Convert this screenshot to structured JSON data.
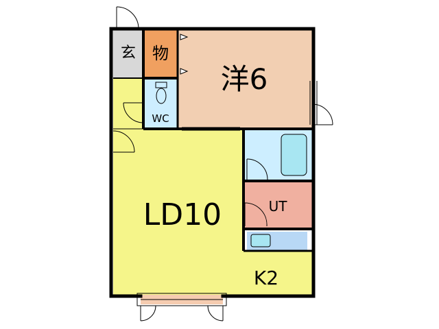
{
  "rooms": {
    "genkan": {
      "label": "玄"
    },
    "storage": {
      "label": "物"
    },
    "western": {
      "label": "洋6"
    },
    "toilet": {
      "label": "WC"
    },
    "living": {
      "label": "LD10"
    },
    "utility": {
      "label": "UT"
    },
    "kitchen": {
      "label": "K2"
    }
  },
  "colors": {
    "western": "#f2cfb2",
    "storage": "#f0a060",
    "genkan": "#d8d8d8",
    "living": "#f5f58a",
    "bath": "#cdeeff",
    "bathtub": "#a8e6f2",
    "utility": "#f0b0a0",
    "kitchen_counter": "#b8d8f5",
    "balcony": "#f5ccb0",
    "wall": "#000000"
  }
}
